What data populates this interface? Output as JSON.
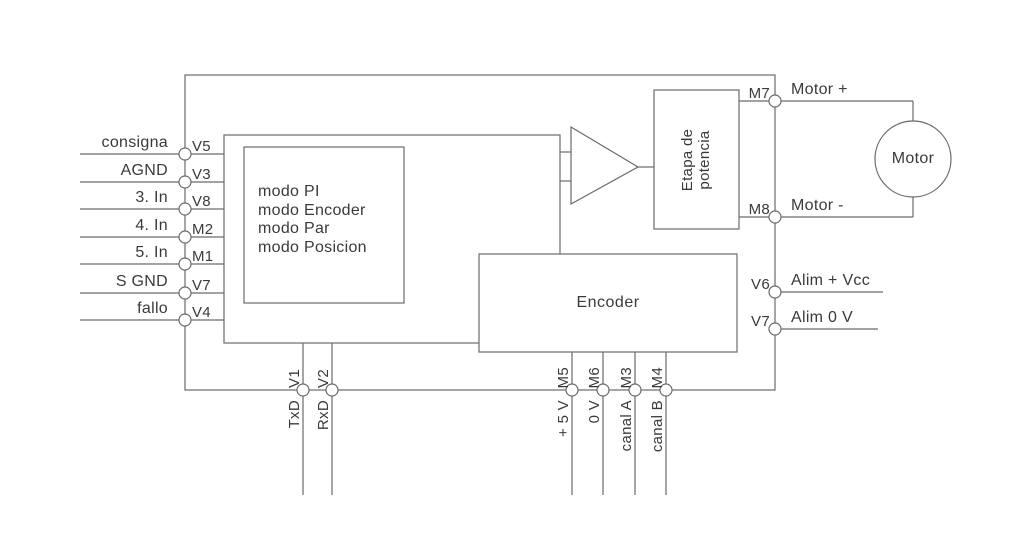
{
  "diagram": {
    "colors": {
      "background": "#ffffff",
      "line": "#6a6a6a",
      "text": "#3a3a3a"
    },
    "controller_modes": [
      "modo PI",
      "modo Encoder",
      "modo Par",
      "modo Posicion"
    ],
    "power_stage": {
      "line1": "Etapa de",
      "line2": "potencia"
    },
    "encoder_label": "Encoder",
    "motor_label": "Motor",
    "left_pins": [
      {
        "signal": "consigna",
        "pin": "V5"
      },
      {
        "signal": "AGND",
        "pin": "V3"
      },
      {
        "signal": "3. In",
        "pin": "V8"
      },
      {
        "signal": "4. In",
        "pin": "M2"
      },
      {
        "signal": "5. In",
        "pin": "M1"
      },
      {
        "signal": "S GND",
        "pin": "V7"
      },
      {
        "signal": "fallo",
        "pin": "V4"
      }
    ],
    "right_pins": [
      {
        "pin": "M7",
        "signal": "Motor +"
      },
      {
        "pin": "M8",
        "signal": "Motor -"
      },
      {
        "pin": "V6",
        "signal": "Alim + Vcc"
      },
      {
        "pin": "V7",
        "signal": "Alim 0 V"
      }
    ],
    "bottom_pins": [
      {
        "pin": "V1",
        "signal": "TxD"
      },
      {
        "pin": "V2",
        "signal": "RxD"
      },
      {
        "pin": "M5",
        "signal": "+ 5 V"
      },
      {
        "pin": "M6",
        "signal": "0 V"
      },
      {
        "pin": "M3",
        "signal": "canal A"
      },
      {
        "pin": "M4",
        "signal": "canal B"
      }
    ]
  }
}
